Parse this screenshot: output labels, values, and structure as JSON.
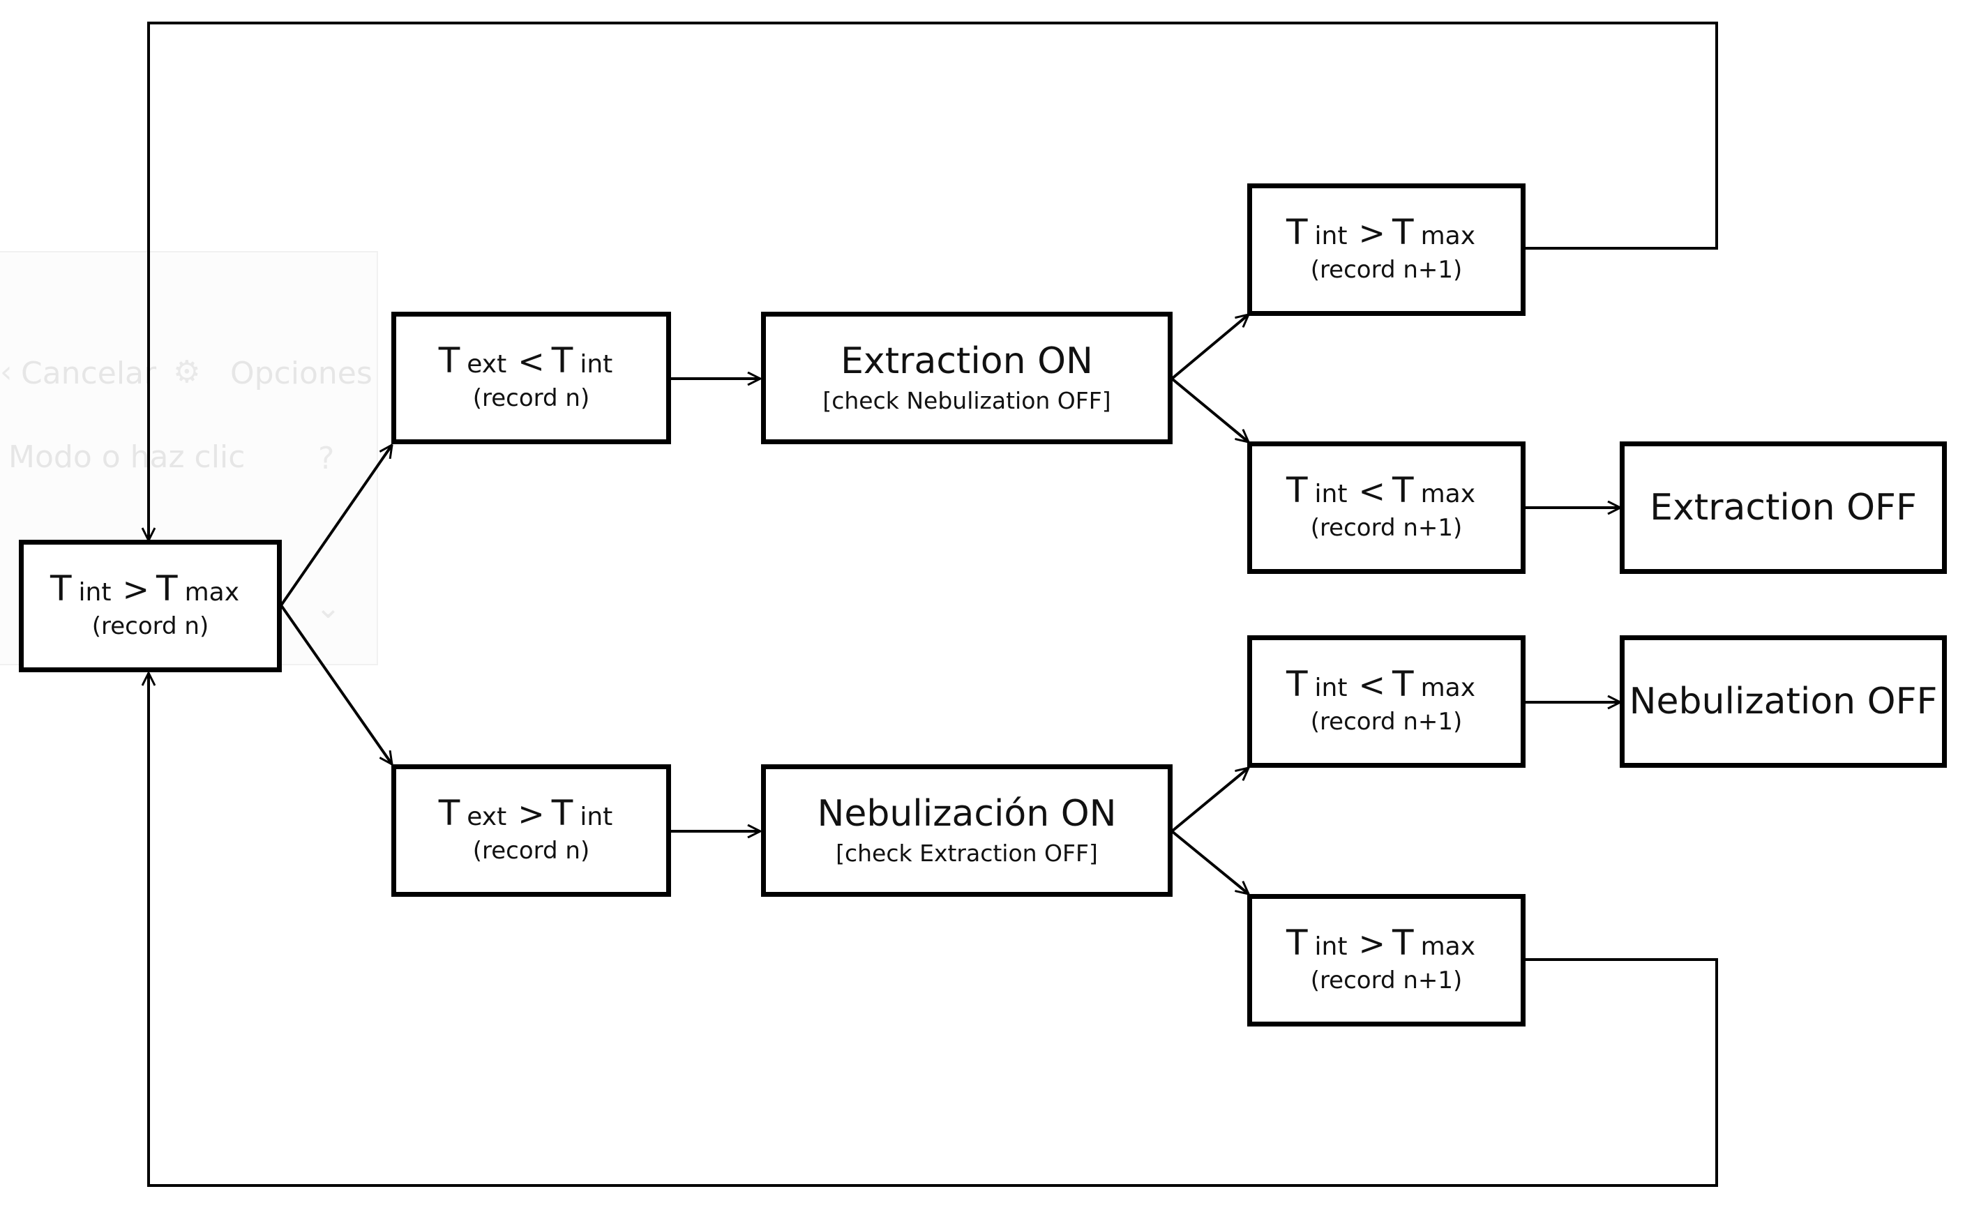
{
  "diagram": {
    "nodes": {
      "start": {
        "lhs": "T",
        "lhs_sub": "int",
        "op": ">",
        "rhs": "T",
        "rhs_sub": "max",
        "record": "(record n)"
      },
      "text_lt": {
        "lhs": "T",
        "lhs_sub": "ext",
        "op": "<",
        "rhs": "T",
        "rhs_sub": "int",
        "record": "(record n)"
      },
      "text_gt": {
        "lhs": "T",
        "lhs_sub": "ext",
        "op": ">",
        "rhs": "T",
        "rhs_sub": "int",
        "record": "(record n)"
      },
      "extraction_on": {
        "title": "Extraction ON",
        "subtitle": "[check Nebulization OFF]"
      },
      "nebulizacion_on": {
        "title": "Nebulización ON",
        "subtitle": "[check Extraction OFF]"
      },
      "ext_check_gt": {
        "lhs": "T",
        "lhs_sub": "int",
        "op": ">",
        "rhs": "T",
        "rhs_sub": "max",
        "record": "(record n+1)"
      },
      "ext_check_lt": {
        "lhs": "T",
        "lhs_sub": "int",
        "op": "<",
        "rhs": "T",
        "rhs_sub": "max",
        "record": "(record n+1)"
      },
      "neb_check_lt": {
        "lhs": "T",
        "lhs_sub": "int",
        "op": "<",
        "rhs": "T",
        "rhs_sub": "max",
        "record": "(record n+1)"
      },
      "neb_check_gt": {
        "lhs": "T",
        "lhs_sub": "int",
        "op": ">",
        "rhs": "T",
        "rhs_sub": "max",
        "record": "(record n+1)"
      },
      "extraction_off": {
        "title": "Extraction OFF"
      },
      "nebulization_off": {
        "title": "Nebulization OFF"
      }
    }
  },
  "ghost_ui": {
    "cancel_label": "Cancelar",
    "options_label": "Opciones",
    "hint_text": "Modo o haz clic",
    "help_icon": "question-icon",
    "dropdown_icon": "chevron-down-icon"
  }
}
